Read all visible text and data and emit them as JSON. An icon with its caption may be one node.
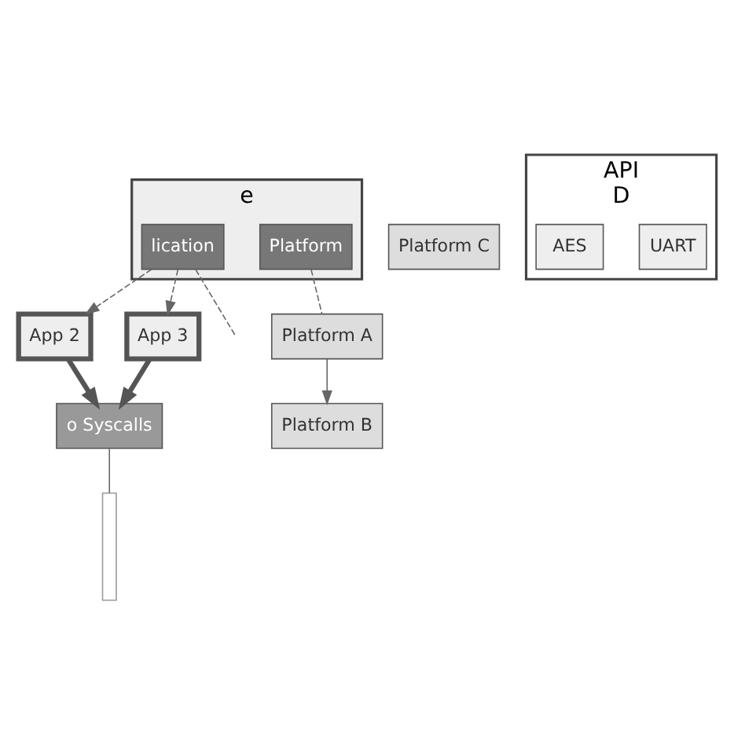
{
  "diagram": {
    "nodes": [
      {
        "text": [
          "e"
        ]
      },
      {
        "text": [
          "lication"
        ],
        "in": 0
      },
      {
        "text": [
          "Platform"
        ],
        "in": 0
      },
      {
        "text": [
          "App 2"
        ]
      },
      {
        "text": [
          "App 3"
        ]
      },
      {
        "text": [
          "o Syscalls"
        ]
      },
      {
        "text": [],
        "shape": "bracket"
      },
      {
        "text": [
          "Platform A"
        ]
      },
      {
        "text": [
          "Platform B"
        ]
      },
      {
        "text": [
          "Platform C"
        ]
      },
      {
        "text": [
          "API",
          "D"
        ]
      },
      {
        "text": [
          "UART"
        ],
        "in": 10
      },
      {
        "text": [
          "AES"
        ],
        "in": 10
      }
    ],
    "edges": [
      {
        "from": 1,
        "to": null,
        "arrow": "none",
        "style": "dashed"
      },
      {
        "from": 1,
        "to": 3,
        "arrow": "to",
        "style": "dashed"
      },
      {
        "from": 1,
        "to": 4,
        "arrow": "to",
        "style": "dashed"
      },
      {
        "from": 2,
        "to": 7,
        "arrow": "none",
        "style": "dashed"
      },
      {
        "from": 7,
        "to": 8,
        "arrow": "to"
      },
      {
        "from": 3,
        "to": 5,
        "arrow": "to",
        "style": "thick"
      },
      {
        "from": 4,
        "to": 5,
        "arrow": "to",
        "style": "thick"
      },
      {
        "from": 5,
        "to": 6,
        "arrow": "none"
      }
    ]
  }
}
